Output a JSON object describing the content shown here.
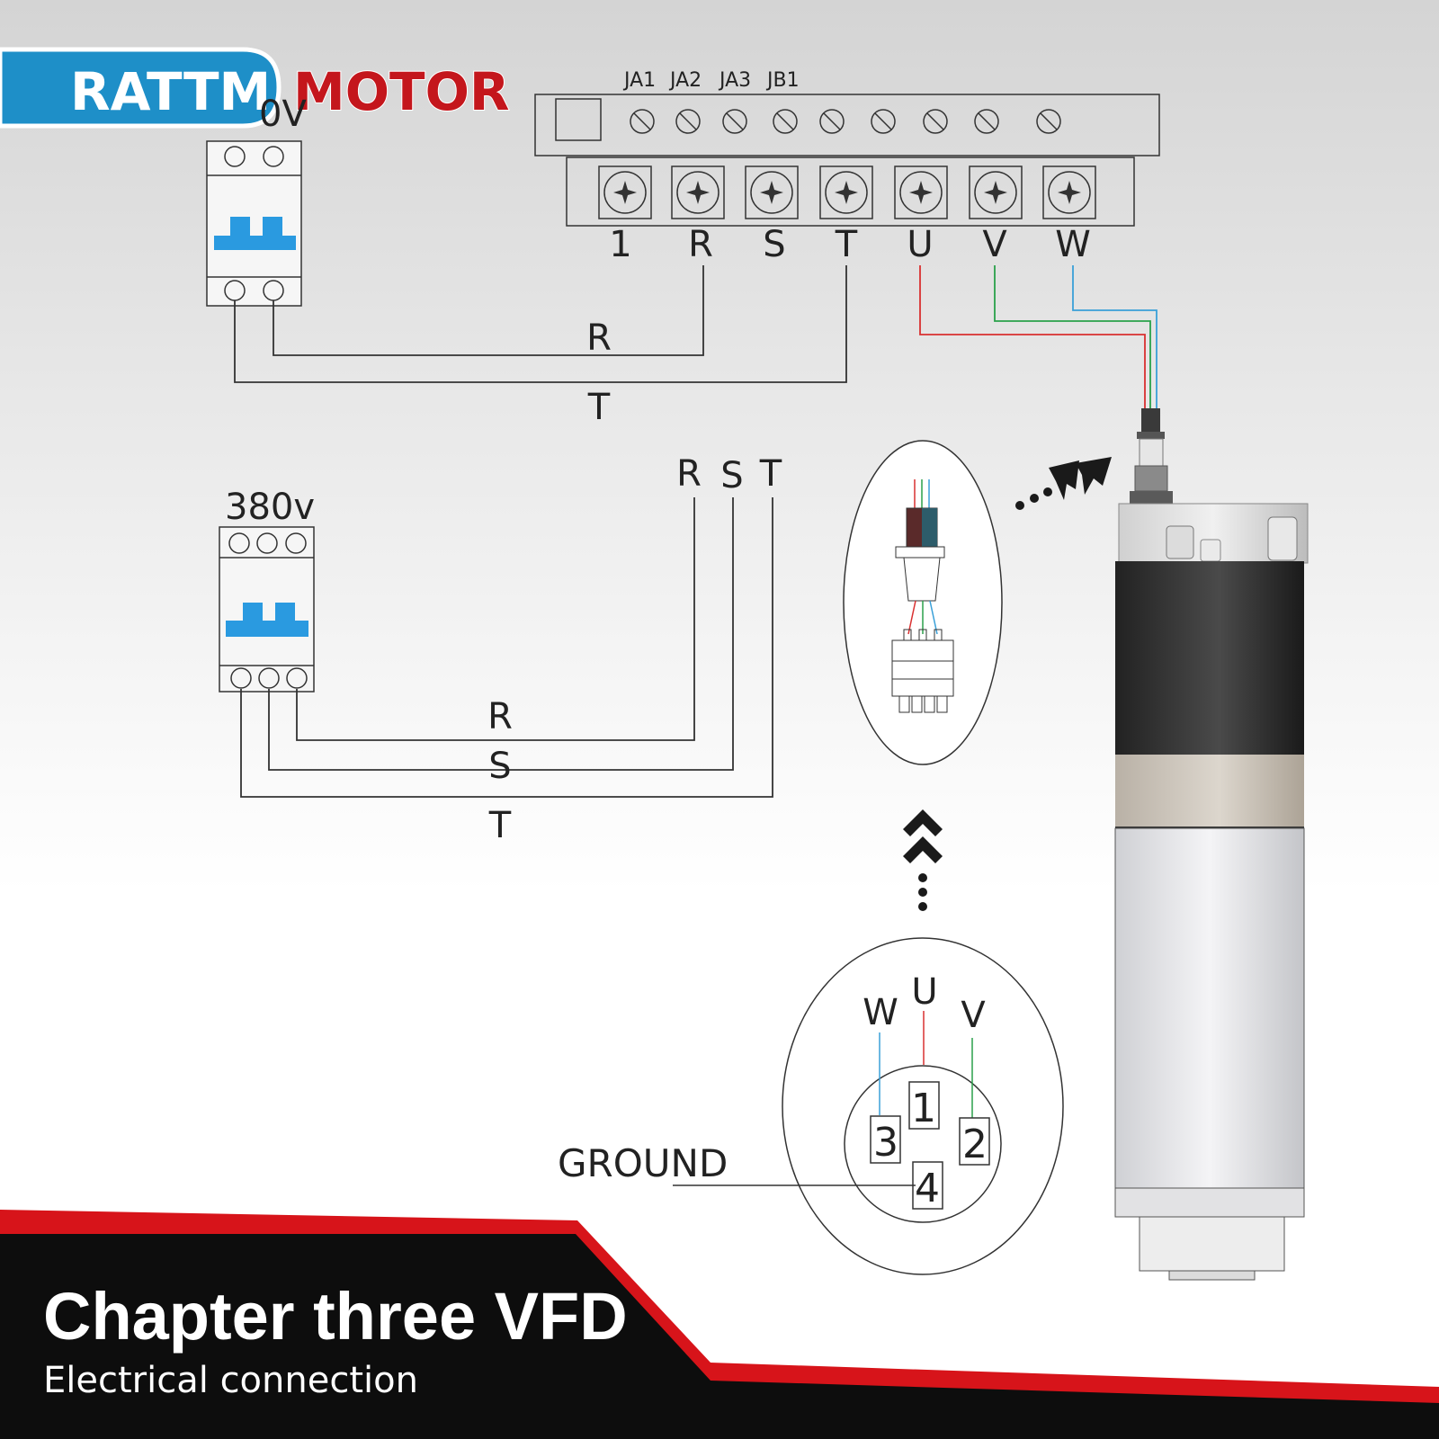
{
  "brand": {
    "left": "RATTM",
    "right": "MOTOR"
  },
  "colors": {
    "brand_blue": "#1e8fc8",
    "brand_red": "#c4161c",
    "breaker_blue": "#2a9ae0",
    "wire_u": "#d93030",
    "wire_v": "#2aa14a",
    "wire_w": "#3aa0d8",
    "footer_bg": "#0d0d0d"
  },
  "vfd": {
    "control_terminals": [
      "JA1",
      "JA2",
      "JA3",
      "JB1"
    ],
    "power_terminals": [
      "1",
      "R",
      "S",
      "T",
      "U",
      "V",
      "W"
    ]
  },
  "single_phase": {
    "voltage": "0V",
    "wires": [
      "R",
      "T"
    ]
  },
  "three_phase": {
    "voltage": "380v",
    "top_labels": [
      "R",
      "S",
      "T"
    ],
    "wires": [
      "R",
      "S",
      "T"
    ]
  },
  "connector_pinout": {
    "phase_labels": [
      "W",
      "U",
      "V"
    ],
    "pins": [
      "1",
      "2",
      "3",
      "4"
    ],
    "ground_label": "GROUND"
  },
  "icons": [
    "arrow-chevrons-icon",
    "arrow-chevrons-up-icon"
  ],
  "footer": {
    "title": "Chapter three VFD",
    "subtitle": "Electrical connection"
  }
}
